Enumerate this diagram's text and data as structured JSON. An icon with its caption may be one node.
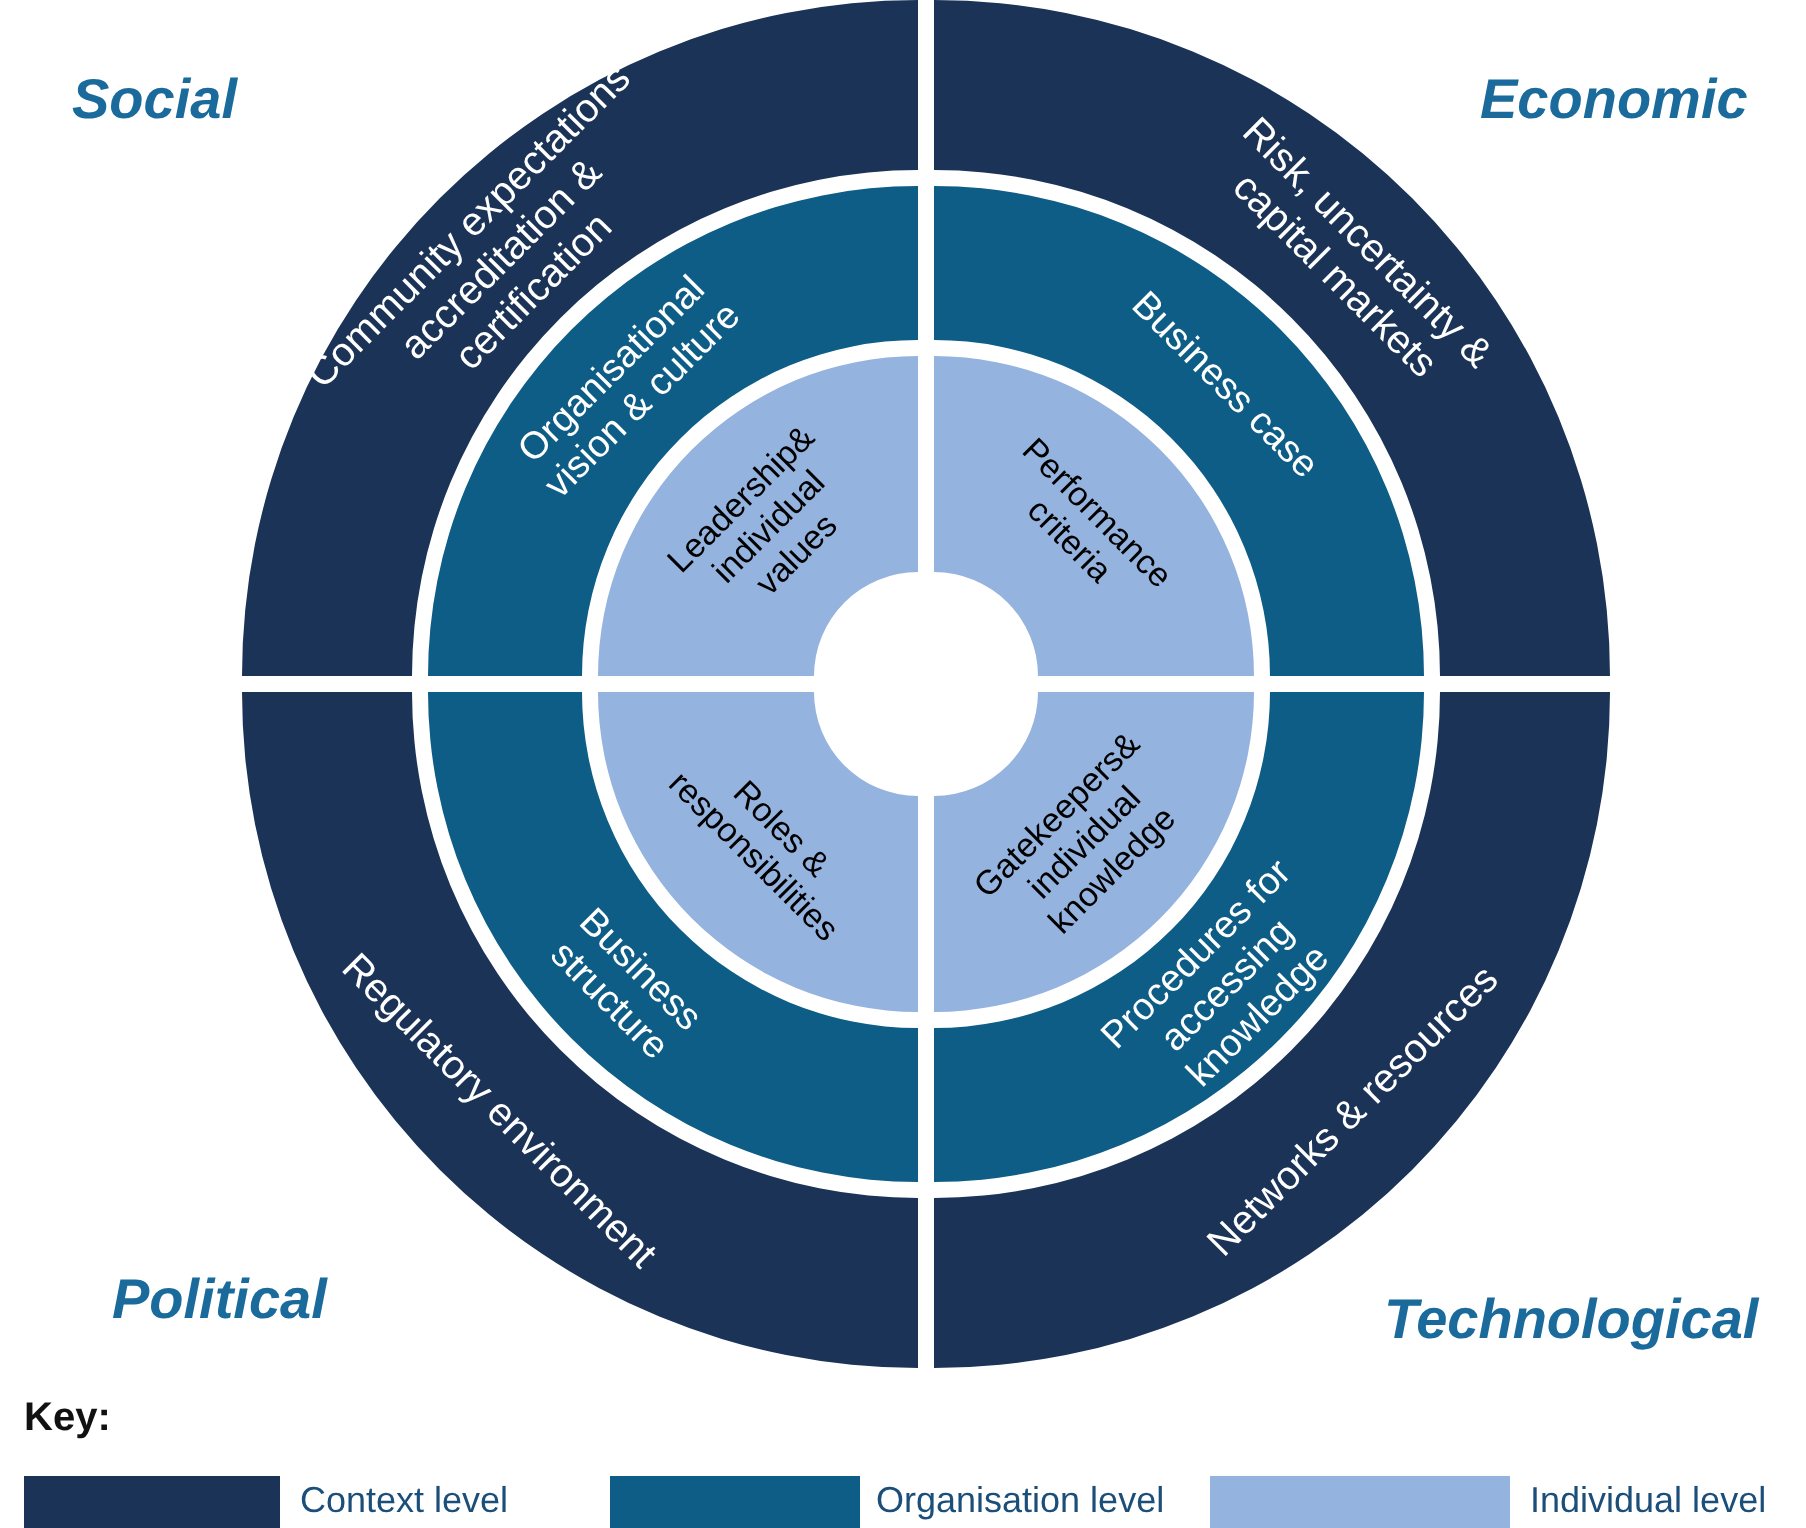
{
  "diagram": {
    "nodes": [
      {
        "text": [
          "Community expectations accreditation & certification"
        ]
      },
      {
        "text": [
          "Risk, uncertainty & capital markets"
        ]
      },
      {
        "text": [
          "Regulatory environment"
        ]
      },
      {
        "text": [
          "Networks & resources"
        ]
      },
      {
        "text": [
          "Organisational vision & culture"
        ]
      },
      {
        "text": [
          "Business case"
        ]
      },
      {
        "text": [
          "Business structure"
        ]
      },
      {
        "text": [
          "Procedures for accessing knowledge"
        ]
      },
      {
        "text": [
          "Leadership& individual values"
        ]
      },
      {
        "text": [
          "Performance criteria"
        ]
      },
      {
        "text": [
          "Roles & responsibilities"
        ]
      },
      {
        "text": [
          "Gatekeepers& individual knowledge"
        ]
      }
    ],
    "labels": [
      "Social",
      "Economic",
      "Political",
      "Technological",
      "Key:"
    ],
    "legend": [
      {
        "text": "Context level",
        "color": "#1b3357"
      },
      {
        "text": "Organisation level",
        "color": "#0d5d86"
      },
      {
        "text": "Individual level",
        "color": "#94b3df"
      }
    ]
  }
}
